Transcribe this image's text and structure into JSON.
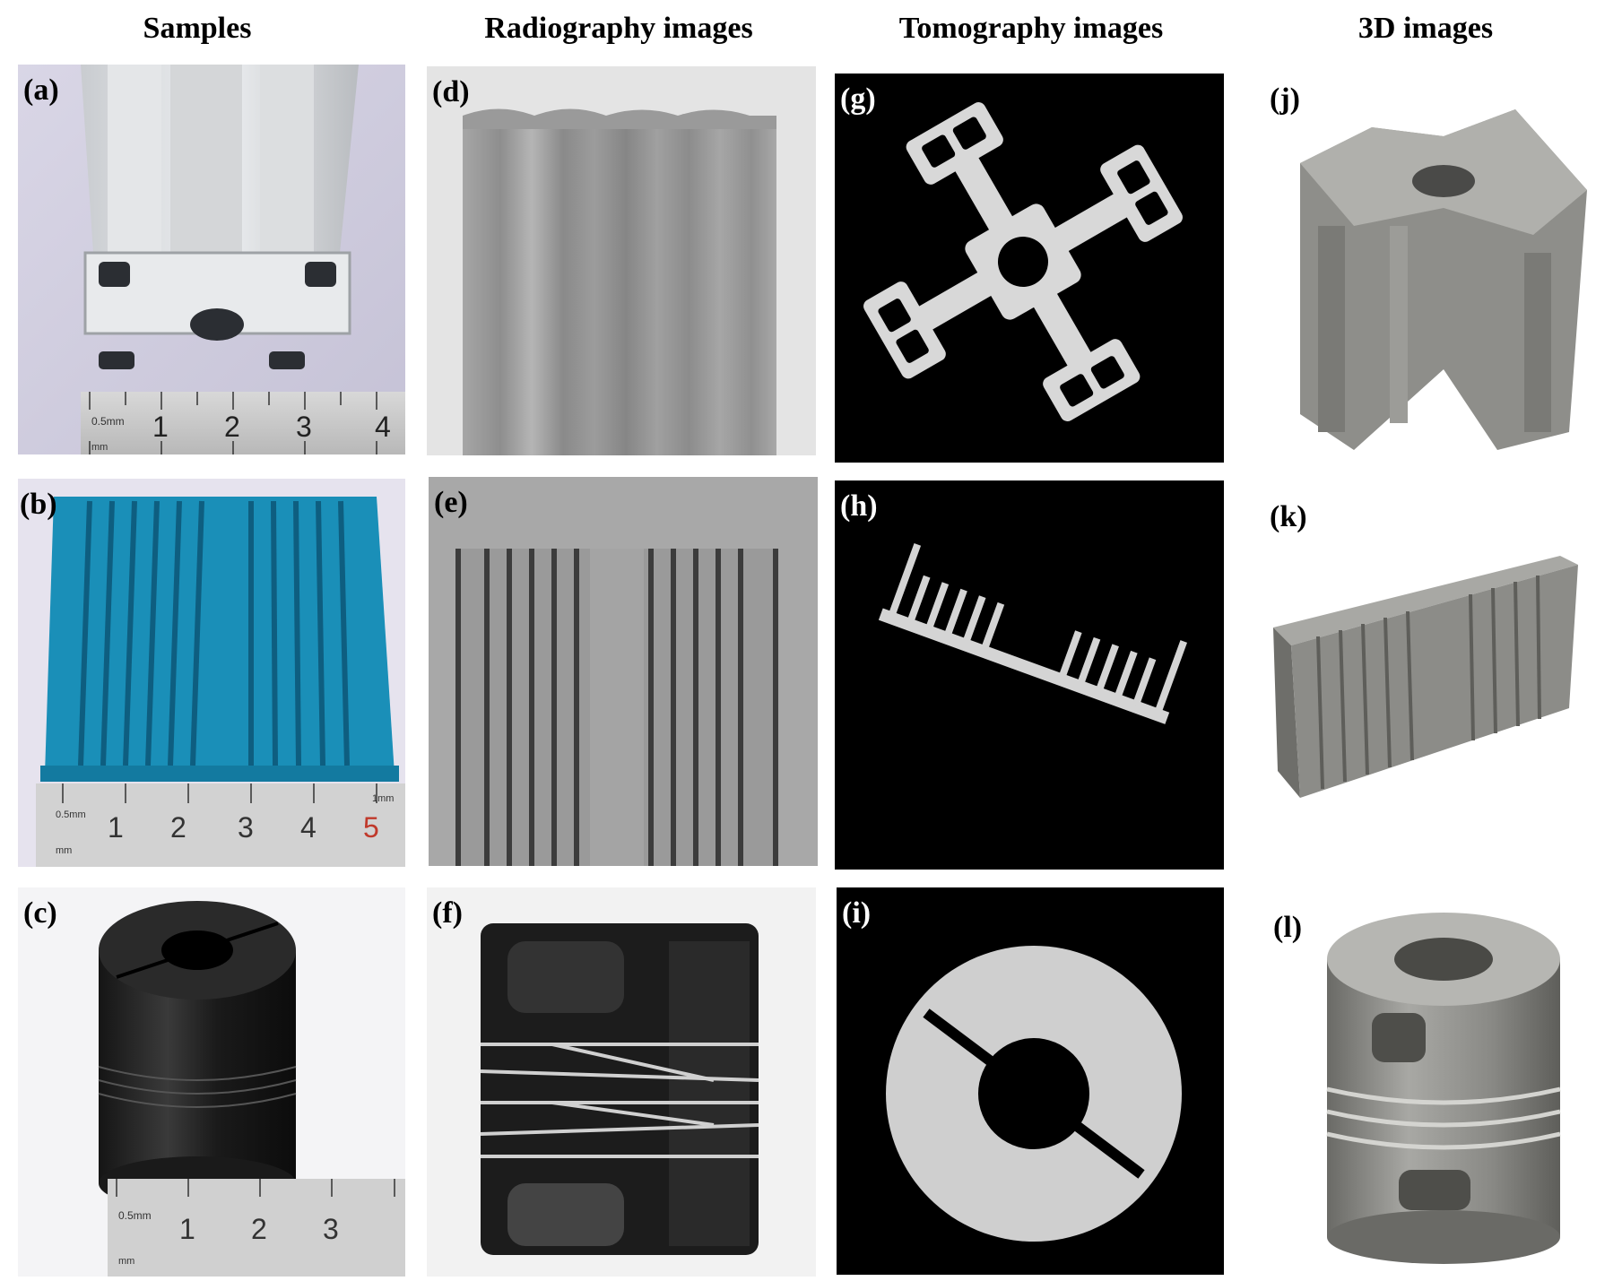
{
  "columns": [
    "Samples",
    "Radiography images",
    "Tomography images",
    "3D images"
  ],
  "panels": {
    "a": "(a)",
    "b": "(b)",
    "c": "(c)",
    "d": "(d)",
    "e": "(e)",
    "f": "(f)",
    "g": "(g)",
    "h": "(h)",
    "i": "(i)",
    "j": "(j)",
    "k": "(k)",
    "l": "(l)"
  },
  "rulers": {
    "a": {
      "unit_top": "0.5mm",
      "unit_bottom": "mm",
      "numbers": [
        "1",
        "2",
        "3",
        "4"
      ]
    },
    "b": {
      "unit_top": "0.5mm",
      "unit_bottom": "mm",
      "unit_right": "1mm",
      "numbers": [
        "1",
        "2",
        "3",
        "4",
        "5"
      ]
    },
    "c": {
      "unit_top": "0.5mm",
      "unit_bottom": "mm",
      "numbers": [
        "1",
        "2",
        "3"
      ]
    }
  },
  "colors": {
    "heatsink_blue": "#1a8fb8",
    "ct_background": "#000000",
    "render_gray": "#8c8c88"
  }
}
